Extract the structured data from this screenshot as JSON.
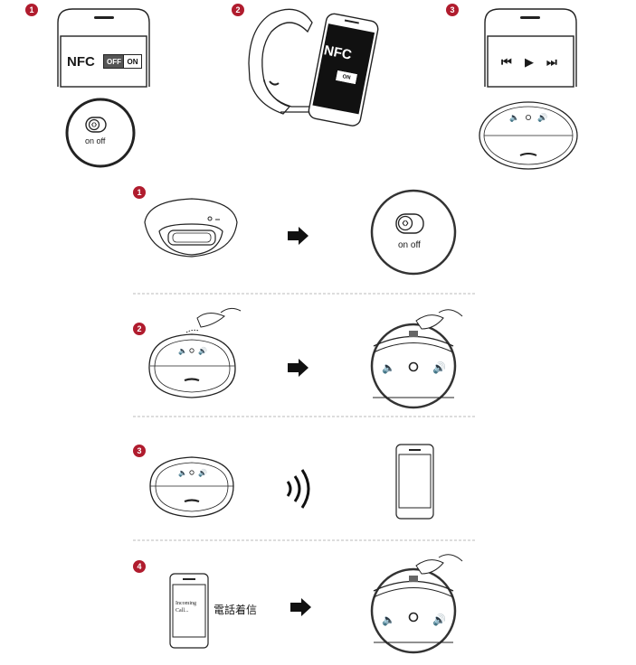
{
  "colors": {
    "badge": "#b01c2e",
    "stroke": "#222222",
    "divider": "#bbbbbb"
  },
  "top_steps": [
    {
      "number": "1",
      "phone_label": "NFC",
      "switch_off": "OFF",
      "switch_on": "ON",
      "device_label": "on off"
    },
    {
      "number": "2",
      "phone_label": "NFC",
      "phone_switch": "ON"
    },
    {
      "number": "3",
      "media_controls": [
        "previous-icon",
        "play-icon",
        "next-icon"
      ]
    }
  ],
  "steps": [
    {
      "number": "1",
      "switch_label": "on off"
    },
    {
      "number": "2"
    },
    {
      "number": "3"
    },
    {
      "number": "4",
      "phone_text_line1": "Incoming",
      "phone_text_line2": "Call...",
      "caption": "電話着信"
    }
  ]
}
